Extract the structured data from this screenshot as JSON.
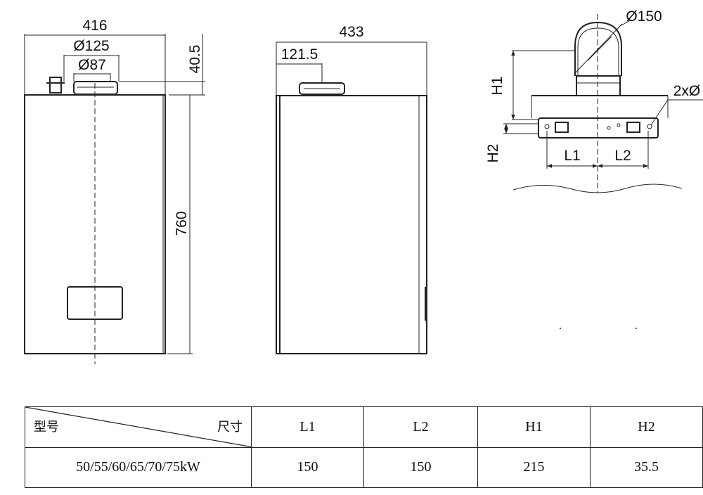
{
  "front_view": {
    "width_label": "416",
    "flue_outer_label": "Ø125",
    "flue_inner_label": "Ø87",
    "flue_height_label": "40.5",
    "height_label": "760"
  },
  "side_view": {
    "depth_label": "433",
    "flue_offset_label": "121.5"
  },
  "bracket_view": {
    "pipe_label": "Ø150",
    "h1_label": "H1",
    "h2_label": "H2",
    "l1_label": "L1",
    "l2_label": "L2",
    "holes_label": "2xØ"
  },
  "table": {
    "header_left": "型号",
    "header_right": "尺寸",
    "columns": [
      "L1",
      "L2",
      "H1",
      "H2"
    ],
    "rows": [
      {
        "model": "50/55/60/65/70/75kW",
        "values": [
          "150",
          "150",
          "215",
          "35.5"
        ]
      }
    ]
  }
}
